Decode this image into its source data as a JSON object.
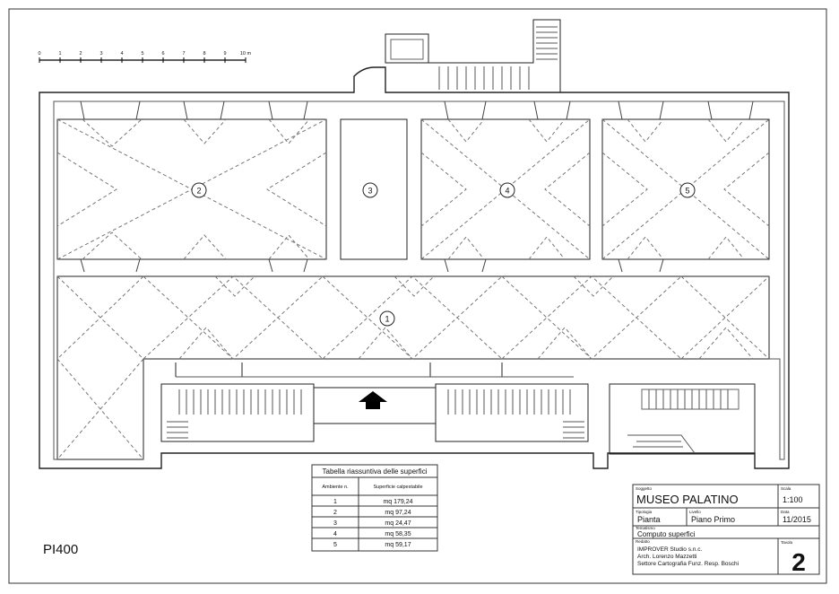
{
  "scale_bar": {
    "ticks": [
      "0",
      "1",
      "2",
      "3",
      "4",
      "5",
      "6",
      "7",
      "8",
      "9",
      "10 m"
    ]
  },
  "rooms": [
    {
      "label": "1"
    },
    {
      "label": "2"
    },
    {
      "label": "3"
    },
    {
      "label": "4"
    },
    {
      "label": "5"
    }
  ],
  "sheet_code": "PI400",
  "surface_table": {
    "title": "Tabella riassuntiva delle superfici",
    "headers": [
      "Ambiente n.",
      "Superficie calpestabile"
    ],
    "rows": [
      [
        "1",
        "mq 179,24"
      ],
      [
        "2",
        "mq 97,24"
      ],
      [
        "3",
        "mq 24,47"
      ],
      [
        "4",
        "mq 58,35"
      ],
      [
        "5",
        "mq 59,17"
      ]
    ]
  },
  "title_block": {
    "soggetto_label": "Soggetto",
    "soggetto": "MUSEO PALATINO",
    "scala_label": "Scala",
    "scala": "1:100",
    "tipologia_label": "Tipologia",
    "tipologia": "Pianta",
    "livello_label": "Livello",
    "livello": "Piano Primo",
    "data_label": "Data",
    "data": "11/2015",
    "tematismo_label": "Tematismo",
    "tematismo": "Computo superfici",
    "redatto_label": "Redatto",
    "redatto_1": "IMPROVER Studio s.n.c.",
    "redatto_2": "Arch. Lorenzo Mazzetti",
    "redatto_3": "Settore Cartografia Funz. Resp. Boschi",
    "tavola_label": "Tavola",
    "tavola": "2"
  }
}
